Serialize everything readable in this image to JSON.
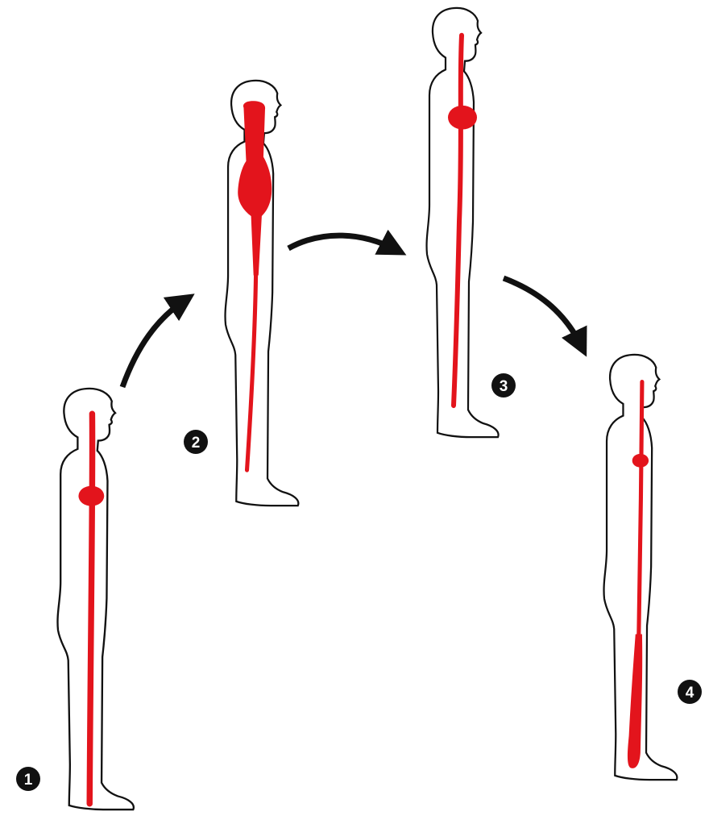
{
  "colors": {
    "background": "#ffffff",
    "outline": "#111111",
    "body_fill": "#ffffff",
    "flow_red": "#e3141c",
    "arrow": "#111111",
    "badge": "#111111"
  },
  "steps": [
    {
      "number": "1",
      "pooling": "heart",
      "arrow_after": "arrow-curved-up"
    },
    {
      "number": "2",
      "pooling": "head-and-torso",
      "arrow_after": "arrow-curved-right"
    },
    {
      "number": "3",
      "pooling": "heart",
      "arrow_after": "arrow-curved-down"
    },
    {
      "number": "4",
      "pooling": "legs-and-feet",
      "arrow_after": ""
    }
  ]
}
